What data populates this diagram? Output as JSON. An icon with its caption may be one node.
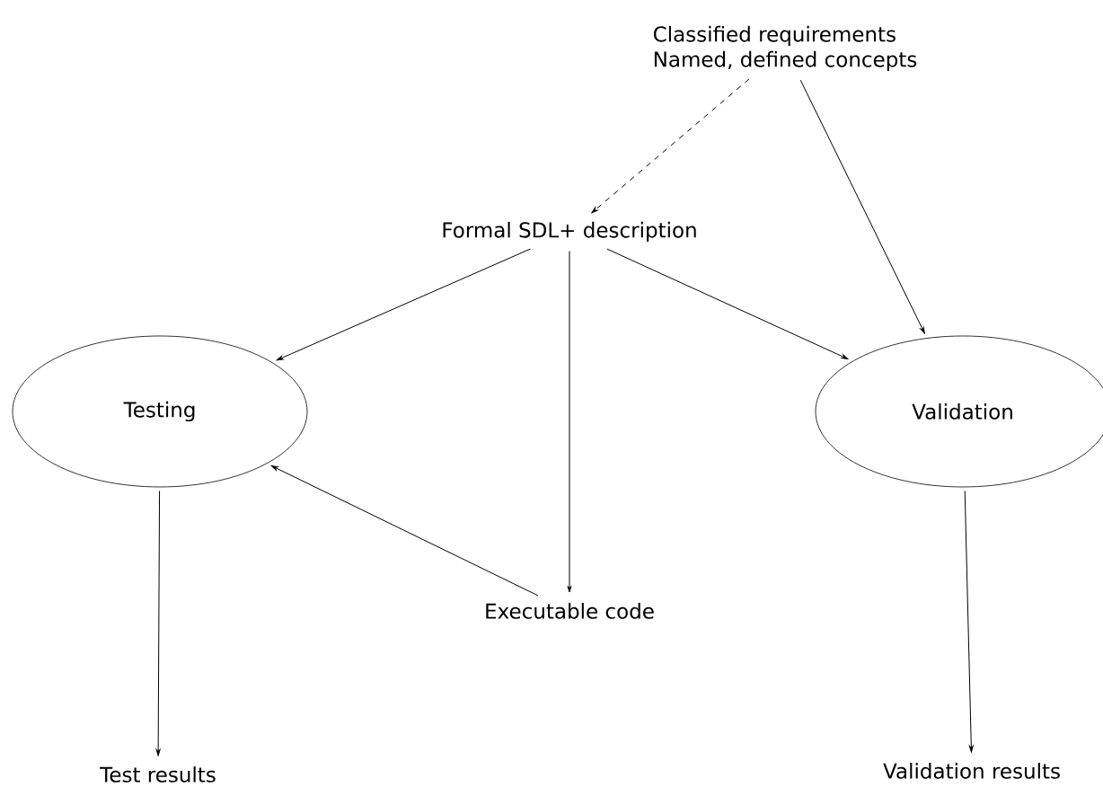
{
  "diagram": {
    "nodes": [
      {
        "text": [
          "Classified requirements",
          "Named, defined concepts"
        ]
      },
      {
        "text": [
          "Formal SDL+ description"
        ]
      },
      {
        "text": [
          "Testing"
        ]
      },
      {
        "text": [
          "Validation"
        ]
      },
      {
        "text": [
          "Executable code"
        ]
      },
      {
        "text": [
          "Test results"
        ]
      },
      {
        "text": [
          "Validation results"
        ]
      }
    ],
    "edges": [
      {
        "from": 0,
        "to": 1,
        "arrow": "to",
        "style": "dashed"
      },
      {
        "from": 0,
        "to": 3,
        "arrow": "to"
      },
      {
        "from": 1,
        "to": 2,
        "arrow": "to"
      },
      {
        "from": 1,
        "to": 4,
        "arrow": "to"
      },
      {
        "from": 1,
        "to": 3,
        "arrow": "to"
      },
      {
        "from": 4,
        "to": 2,
        "arrow": "to"
      },
      {
        "from": 2,
        "to": 5,
        "arrow": "to"
      },
      {
        "from": 3,
        "to": 6,
        "arrow": "to"
      }
    ]
  }
}
